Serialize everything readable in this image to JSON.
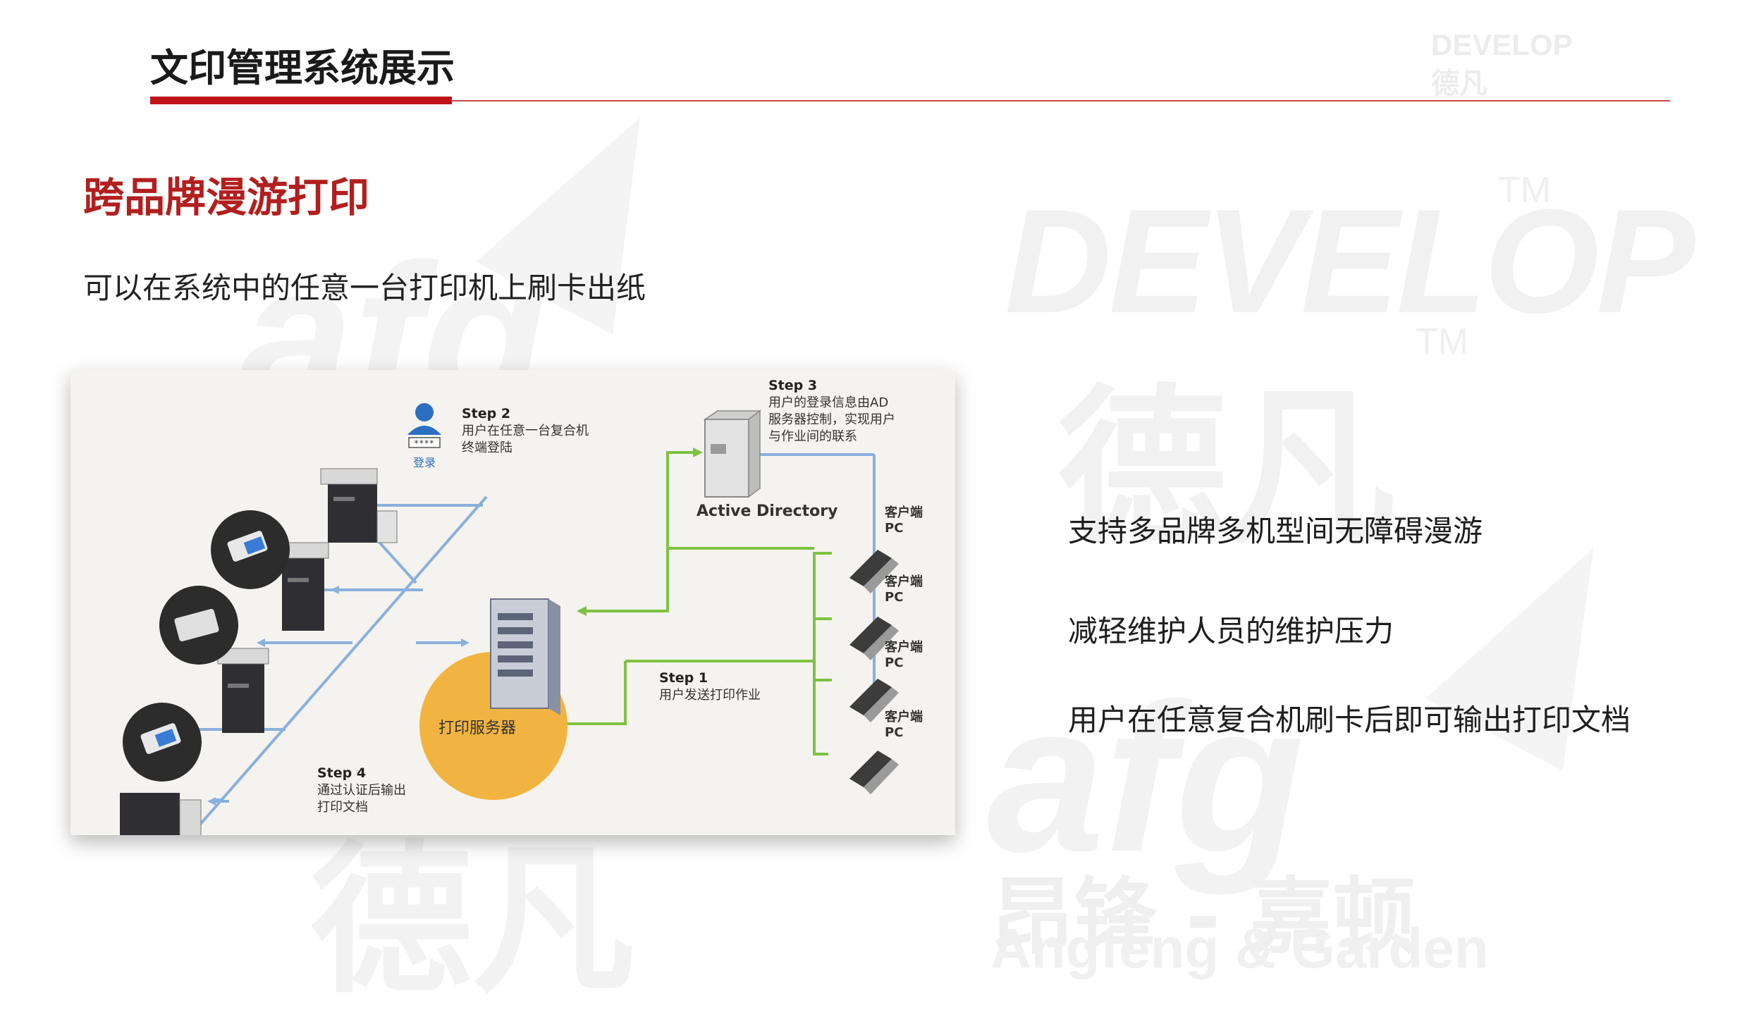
{
  "header": {
    "title": "文印管理系统展示"
  },
  "section": {
    "title": "跨品牌漫游打印",
    "description": "可以在系统中的任意一台打印机上刷卡出纸"
  },
  "bullets": [
    "支持多品牌多机型间无障碍漫游",
    "减轻维护人员的维护压力",
    "用户在任意复合机刷卡后即可输出打印文档"
  ],
  "diagram": {
    "step2": {
      "title": "Step 2",
      "line1": "用户在任意一台复合机",
      "line2": "终端登陆"
    },
    "login_label": "登录",
    "step3": {
      "title": "Step 3",
      "line1": "用户的登录信息由AD",
      "line2": "服务器控制，实现用户",
      "line3": "与作业间的联系"
    },
    "active_directory": "Active Directory",
    "print_server": "打印服务器",
    "step1": {
      "title": "Step 1",
      "line1": "用户发送打印作业"
    },
    "step4": {
      "title": "Step 4",
      "line1": "通过认证后输出",
      "line2": "打印文档"
    },
    "clients": [
      {
        "line1": "客户端",
        "line2": "PC"
      },
      {
        "line1": "客户端",
        "line2": "PC"
      },
      {
        "line1": "客户端",
        "line2": "PC"
      },
      {
        "line1": "客户端",
        "line2": "PC"
      }
    ]
  },
  "watermark": {
    "develop": "DEVELOP",
    "tm": "TM",
    "defeng": "德凡",
    "afg": "afg",
    "angfeng_cn": "昂锋 - 嘉顿",
    "angfeng_en": "Angfeng & Garden",
    "corner_line1": "DEVELOP",
    "corner_line2": "德凡"
  },
  "colors": {
    "accent_red": "#c0141a",
    "section_red": "#b21f1f",
    "arrow_blue": "#8ab0dc",
    "arrow_green": "#7ec242",
    "server_circle": "#f2b441"
  }
}
